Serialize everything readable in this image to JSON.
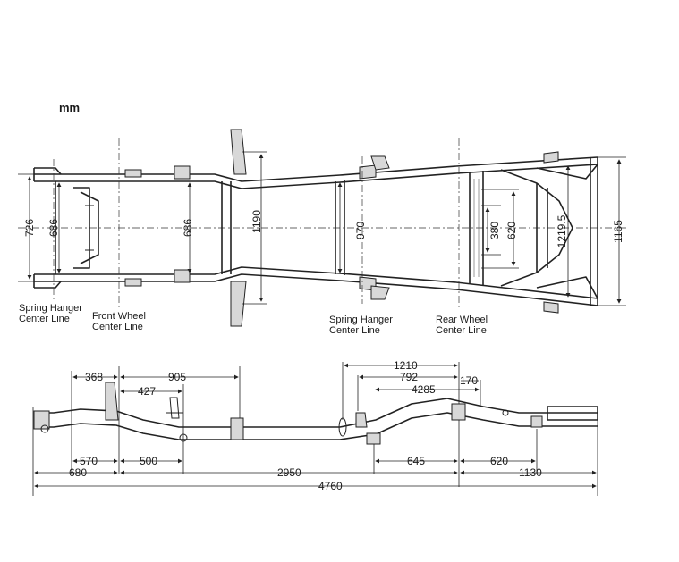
{
  "unit": "mm",
  "top_view": {
    "dimensions": {
      "front_width_outer": "726",
      "front_width_inner": "686",
      "front_axle_width": "686",
      "crossmember_span": "1190",
      "mid_width": "970",
      "rear_spring_inner": "380",
      "rear_spring_outer": "620",
      "rear_width": "1219.5",
      "rear_overall": "1165"
    },
    "labels": {
      "front_spring_hanger_1": "Spring Hanger",
      "front_spring_hanger_2": "Center Line",
      "front_wheel_1": "Front Wheel",
      "front_wheel_2": "Center Line",
      "rear_spring_hanger_1": "Spring Hanger",
      "rear_spring_hanger_2": "Center Line",
      "rear_wheel_1": "Rear Wheel",
      "rear_wheel_2": "Center Line"
    }
  },
  "side_view": {
    "dimensions": {
      "d368": "368",
      "d905": "905",
      "d427": "427",
      "d1210": "1210",
      "d792": "792",
      "d4285": "4285",
      "d170": "170",
      "d570": "570",
      "d500": "500",
      "d645": "645",
      "d620": "620",
      "d680": "680",
      "d2950": "2950",
      "d1130": "1130",
      "d4760": "4760"
    }
  }
}
